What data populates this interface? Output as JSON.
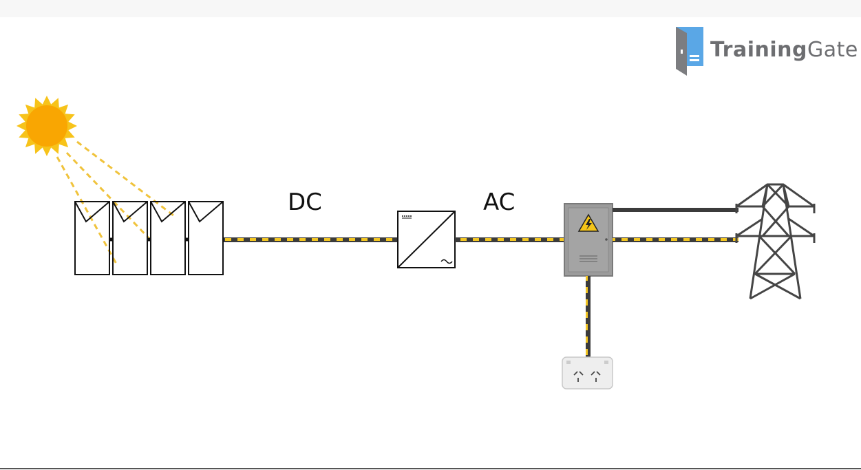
{
  "labels": {
    "dc": "DC",
    "ac": "AC"
  },
  "logo": {
    "text_bold": "Training",
    "text_light": "Gate",
    "icon": "door-icon"
  },
  "colors": {
    "sun": "#f9a602",
    "sun_rays": "#f7c31a",
    "light_beam": "#f0c33c",
    "cable_dark": "#3b3b3b",
    "cable_stripe": "#f3c623",
    "meter_box": "#9b9b9b",
    "pylon": "#454545",
    "logo_blue": "#5aa7e6"
  },
  "components": [
    {
      "name": "sun",
      "icon": "sun-icon"
    },
    {
      "name": "solar-panel-array",
      "icon": "solar-panel-icon",
      "count": 4
    },
    {
      "name": "inverter",
      "icon": "inverter-icon"
    },
    {
      "name": "switchboard",
      "icon": "electric-hazard-icon"
    },
    {
      "name": "power-outlet",
      "icon": "power-outlet-icon"
    },
    {
      "name": "transmission-tower",
      "icon": "pylon-icon"
    }
  ]
}
